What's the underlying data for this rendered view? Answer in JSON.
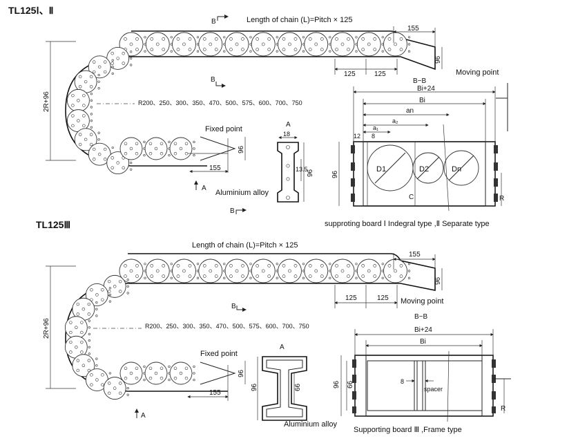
{
  "section1": {
    "title": "TL125Ⅰ、Ⅱ",
    "chain_length": "Length of chain (L)=Pitch  × 125",
    "section_b_top": "B",
    "section_b_mid": "B",
    "section_b_bottom": "B",
    "dim_155_top": "155",
    "dim_96_top": "96",
    "dim_125_a": "125",
    "dim_125_b": "125",
    "moving_point": "Moving point",
    "radius_list": "R200、250、300、350、470、500、575、600、700、750",
    "height_label": "2R+96",
    "fixed_point": "Fixed point",
    "dim_96_fixed": "96",
    "dim_155_fixed": "155",
    "arrow_a": "A",
    "alloy_label": "Aluminium alloy",
    "section_a_label": "A",
    "dim_18": "18",
    "dim_13_5": "13.5",
    "dim_96_alloy": "96",
    "bb_label": "B−B",
    "bi_24": "Bi+24",
    "bi": "Bi",
    "an": "an",
    "a2": "a₂",
    "a1": "a₁",
    "dim_12": "12",
    "dim_8": "8",
    "d1": "D1",
    "d2": "D2",
    "dn": "Dn",
    "c_label": "C",
    "r_label": "R",
    "dim_96_board": "96",
    "board_caption": "supproting board Ⅰ Indegral type ,Ⅱ Separate type"
  },
  "section2": {
    "title": "TL125Ⅲ",
    "chain_length": "Length of chain (L)=Pitch  × 125",
    "dim_155_top": "155",
    "dim_96_top": "96",
    "dim_125_a": "125",
    "dim_125_b": "125",
    "moving_point": "Moving point",
    "section_b_mid": "B",
    "radius_list": "R200、250、300、350、470、500、575、600、700、750",
    "height_label": "2R+96",
    "fixed_point": "Fixed point",
    "dim_96_fixed": "96",
    "dim_155_fixed": "155",
    "arrow_a": "A",
    "alloy_label": "Aluminium alloy",
    "section_a_label": "A",
    "dim_96_alloy": "96",
    "dim_66_alloy": "66",
    "bb_label": "B−B",
    "bi_24": "Bi+24",
    "bi": "Bi",
    "dim_96_board": "96",
    "dim_66_board": "66",
    "dim_8": "8",
    "spacer": "spacer",
    "r_label": "R",
    "board_caption": "Supporting board Ⅲ ,Frame type"
  }
}
